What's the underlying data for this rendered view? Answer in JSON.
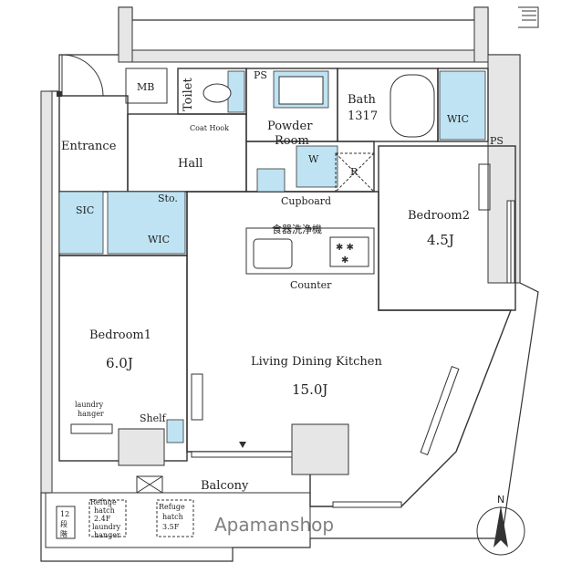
{
  "rooms": {
    "mb": "MB",
    "ps1": "PS",
    "ps2": "PS",
    "toilet": "Toilet",
    "bath": "Bath",
    "bath_size": "1317",
    "powder_room_line1": "Powder",
    "powder_room_line2": "Room",
    "coat_hook": "Coat Hook",
    "entrance": "Entrance",
    "hall": "Hall",
    "wic1": "WIC",
    "wic2": "WIC",
    "sic": "SIC",
    "sto": "Sto.",
    "w": "W",
    "r": "R",
    "cupboard": "Cupboard",
    "dishwasher": "食器洗浄機",
    "counter": "Counter",
    "bedroom2": "Bedroom2",
    "bedroom2_size": "4.5J",
    "bedroom1": "Bedroom1",
    "bedroom1_size": "6.0J",
    "ldk": "Living Dining Kitchen",
    "ldk_size": "15.0J",
    "laundry_line1": "laundry",
    "laundry_line2": "hanger",
    "shelf": "Shelf",
    "balcony": "Balcony",
    "refuge1_line1": "Refuge",
    "refuge1_line2": "hatch",
    "refuge1_line3": "2.4F",
    "refuge1_line4": "laundry",
    "refuge1_line5": "hanger",
    "refuge2_line1": "Refuge",
    "refuge2_line2": "hatch",
    "refuge2_line3": "3.5F",
    "refuge3_line1": "12",
    "refuge3_line2": "段",
    "refuge3_line3": "階"
  },
  "compass": {
    "north": "N"
  },
  "watermark": "Apamanshop",
  "colors": {
    "fixture": "#bfe3f2",
    "wall": "#e6e6e6",
    "line": "#333333"
  }
}
